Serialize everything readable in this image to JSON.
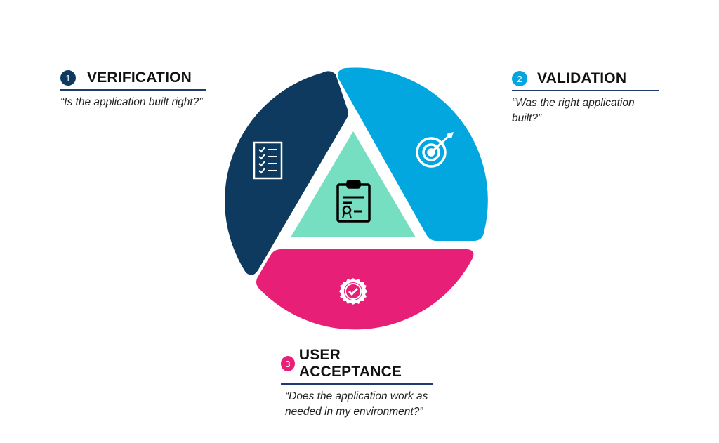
{
  "colors": {
    "verification": "#0e3a5f",
    "validation": "#02a7e0",
    "user_acceptance": "#e81f76",
    "center": "#76dfc2",
    "rule": "#1f3a6e"
  },
  "stages": [
    {
      "number": "1",
      "title": "VERIFICATION",
      "quote": "“Is the application built right?”",
      "icon": "checklist-icon"
    },
    {
      "number": "2",
      "title": "VALIDATION",
      "quote_line1": "“Was the right application",
      "quote_line2": "built?”",
      "icon": "target-icon"
    },
    {
      "number": "3",
      "title": "USER ACCEPTANCE",
      "quote_line1": "“Does the application work as",
      "quote_pre": "needed in ",
      "quote_emph": "my",
      "quote_post": " environment?”",
      "icon": "certified-badge-icon"
    }
  ],
  "center": {
    "icon": "clipboard-certificate-icon"
  }
}
